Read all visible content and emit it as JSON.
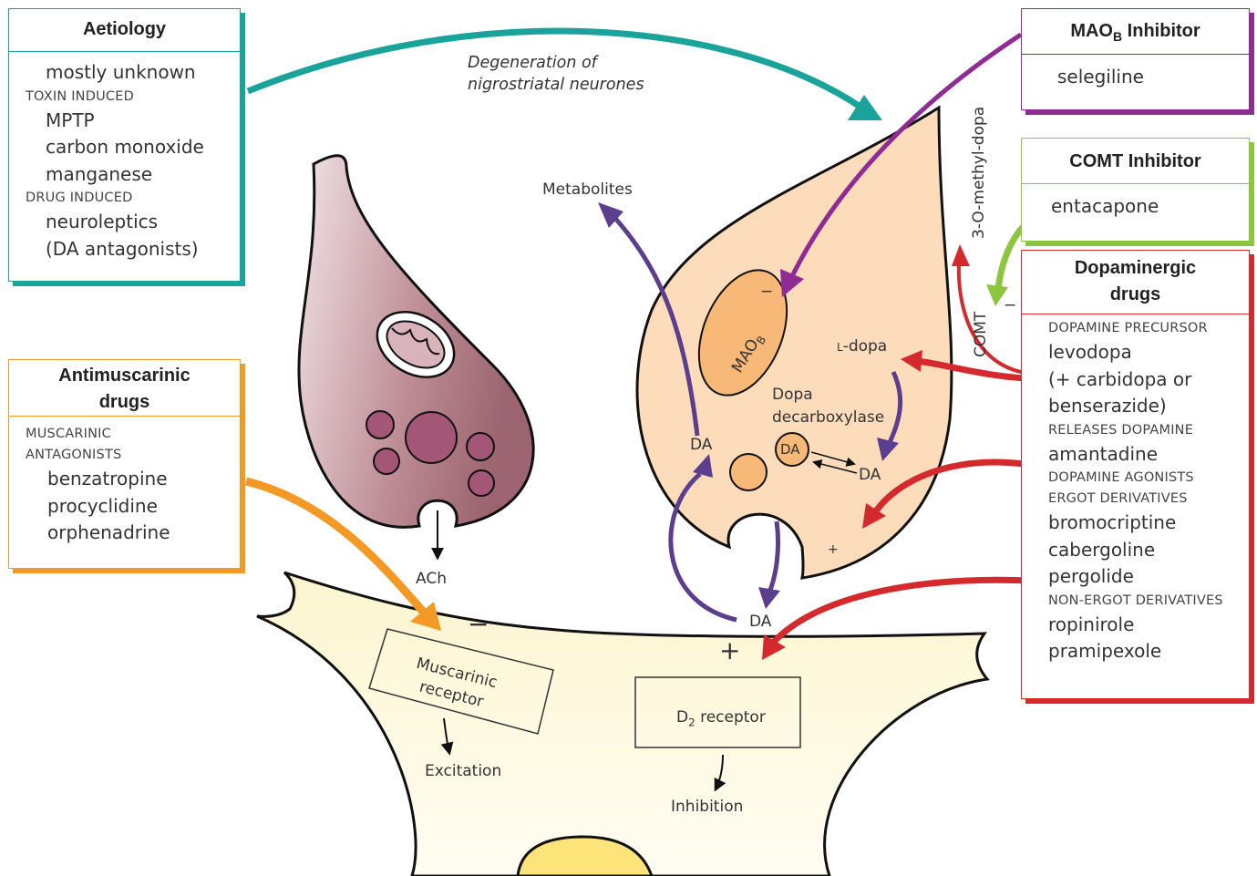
{
  "aetiology": {
    "title": "Aetiology",
    "items": [
      {
        "type": "item",
        "text": "mostly unknown"
      },
      {
        "type": "cap",
        "text": "TOXIN INDUCED"
      },
      {
        "type": "item",
        "text": "MPTP"
      },
      {
        "type": "item",
        "text": "carbon monoxide"
      },
      {
        "type": "item",
        "text": "manganese"
      },
      {
        "type": "cap",
        "text": "DRUG INDUCED"
      },
      {
        "type": "item",
        "text": "neuroleptics"
      },
      {
        "type": "item",
        "text": "(DA antagonists)"
      }
    ]
  },
  "antimuscarinic": {
    "title_line1": "Antimuscarinic",
    "title_line2": "drugs",
    "items": [
      {
        "type": "cap",
        "text": "MUSCARINIC"
      },
      {
        "type": "cap",
        "text": "ANTAGONISTS"
      },
      {
        "type": "item",
        "text": "benzatropine"
      },
      {
        "type": "item",
        "text": "procyclidine"
      },
      {
        "type": "item",
        "text": "orphenadrine"
      }
    ]
  },
  "maob": {
    "title_main": "MAO",
    "title_sub": "B",
    "title_rest": " Inhibitor",
    "items": [
      {
        "type": "item",
        "text": "selegiline"
      }
    ]
  },
  "comt": {
    "title": "COMT Inhibitor",
    "items": [
      {
        "type": "item",
        "text": "entacapone"
      }
    ]
  },
  "dopaminergic": {
    "title_line1": "Dopaminergic",
    "title_line2": "drugs",
    "items": [
      {
        "type": "cap",
        "text": "DOPAMINE PRECURSOR"
      },
      {
        "type": "item",
        "text": "levodopa"
      },
      {
        "type": "item",
        "text": "(+ carbidopa or"
      },
      {
        "type": "item",
        "text": "benserazide)"
      },
      {
        "type": "cap",
        "text": "RELEASES DOPAMINE"
      },
      {
        "type": "item",
        "text": "amantadine"
      },
      {
        "type": "cap",
        "text": "DOPAMINE AGONISTS"
      },
      {
        "type": "cap",
        "text": "ERGOT DERIVATIVES"
      },
      {
        "type": "item",
        "text": "bromocriptine"
      },
      {
        "type": "item",
        "text": "cabergoline"
      },
      {
        "type": "item",
        "text": "pergolide"
      },
      {
        "type": "cap",
        "text": "NON-ERGOT DERIVATIVES"
      },
      {
        "type": "item",
        "text": "ropinirole"
      },
      {
        "type": "item",
        "text": "pramipexole"
      }
    ]
  },
  "labels": {
    "degeneration_l1": "Degeneration of",
    "degeneration_l2": "nigrostriatal neurones",
    "metabolites": "Metabolites",
    "methyl_dopa": "3-O-methyl-dopa",
    "comt": "COMT",
    "minus_sign": "−",
    "maob_main": "MAO",
    "maob_sub": "B",
    "l_prefix": "L",
    "ldopa_rest": "-dopa",
    "dopa_decarb_l1": "Dopa",
    "dopa_decarb_l2": "decarboxylase",
    "da": "DA",
    "plus_sign": "+",
    "ach": "ACh",
    "musc_l1": "Muscarinic",
    "musc_l2": "receptor",
    "d2_main": "D",
    "d2_sub": "2",
    "d2_rest": " receptor",
    "excitation": "Excitation",
    "inhibition": "Inhibition"
  },
  "colors": {
    "teal": "#1aa39a",
    "orange": "#f39a26",
    "purple": "#8f2b94",
    "green": "#8cc63f",
    "red": "#d42a2e",
    "violet": "#5b3e8e",
    "presynaptic_fill": "#fddcbc",
    "vesicle_fill": "#f8b878",
    "cholinergic_fill": "#b07d86",
    "postsynaptic_fill": "#fdf8dc",
    "nucleus_fill": "#fde47a"
  }
}
